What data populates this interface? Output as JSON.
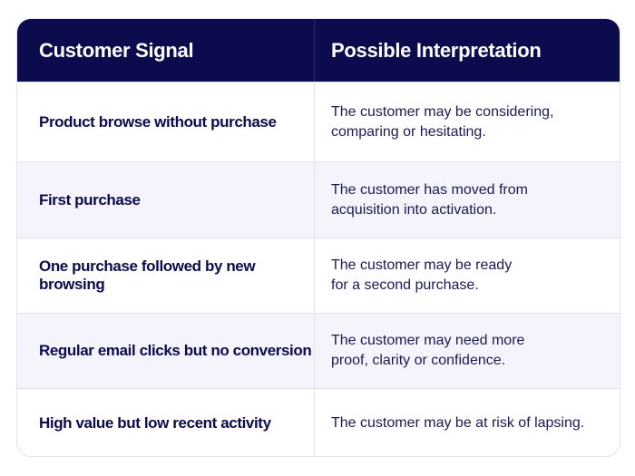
{
  "table": {
    "headers": {
      "signal": "Customer Signal",
      "interpretation": "Possible Interpretation"
    },
    "rows": [
      {
        "signal": "Product browse without purchase",
        "interpretation_lines": [
          "The customer may be considering,",
          "comparing or hesitating."
        ]
      },
      {
        "signal": "First purchase",
        "interpretation_lines": [
          "The customer has moved from",
          "acquisition into activation."
        ]
      },
      {
        "signal": "One purchase followed by new browsing",
        "interpretation_lines": [
          "The customer may be ready",
          "for a second purchase."
        ]
      },
      {
        "signal": "Regular email clicks but no conversion",
        "interpretation_lines": [
          "The customer may need more",
          "proof, clarity or confidence."
        ]
      },
      {
        "signal": "High value but low recent activity",
        "interpretation_lines": [
          "The customer may be at risk of lapsing."
        ]
      }
    ]
  },
  "colors": {
    "header_background": "#0b0b4d",
    "header_text": "#ffffff",
    "body_text": "#0b0b4d",
    "shaded_row": "#f5f4fc",
    "border": "#e3e3ee"
  }
}
